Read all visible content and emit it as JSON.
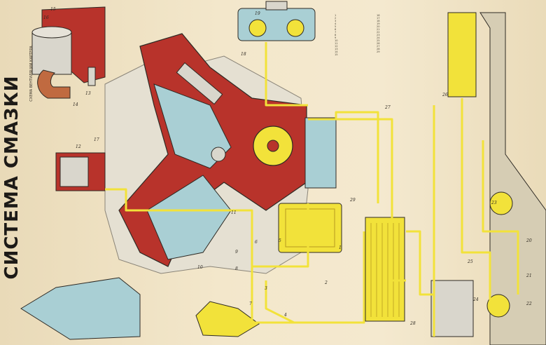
{
  "poster": {
    "title": "СИСТЕМА СМАЗКИ",
    "subtitle": "СХЕМА ВЕНТИЛЯЦИИ КАРТЕРА"
  },
  "colors": {
    "background": "#f2e6c9",
    "oil_line": "#f2e23a",
    "cutaway_section": "#b8332b",
    "coolant_blue": "#a9cfd4",
    "outline": "#2e2a24"
  },
  "legend": {
    "items": [
      "1",
      "2",
      "3",
      "4",
      "5",
      "6",
      "7",
      "8",
      "9",
      "10",
      "11",
      "12",
      "13",
      "14",
      "15",
      "16",
      "17",
      "18",
      "19",
      "20",
      "21",
      "22",
      "23",
      "24",
      "25",
      "26",
      "27",
      "28",
      "29"
    ]
  },
  "callouts": [
    "15",
    "16",
    "14",
    "13",
    "19",
    "18",
    "17",
    "12",
    "11",
    "10",
    "9",
    "8",
    "5",
    "4",
    "3",
    "2",
    "1",
    "7",
    "6",
    "26",
    "25",
    "24",
    "23",
    "22",
    "21",
    "20",
    "27",
    "28",
    "29"
  ]
}
